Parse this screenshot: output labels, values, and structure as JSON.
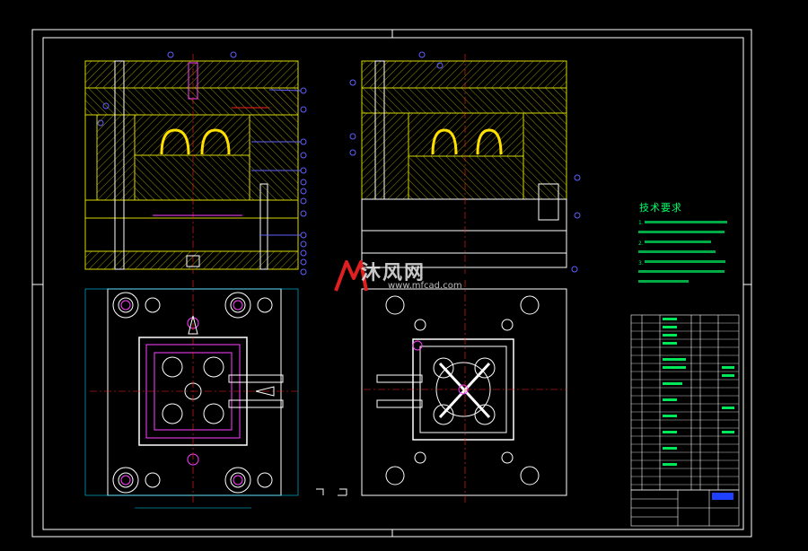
{
  "tech_requirements": {
    "title": "技术要求",
    "lines": [
      "1.",
      "2.",
      "3."
    ]
  },
  "title_block": {
    "highlight": "",
    "name1": "",
    "name2": ""
  },
  "watermark": {
    "brand": "沐风网",
    "url": "www.mfcad.com"
  },
  "colors": {
    "background": "#000000",
    "hatch_yellow": "#d8d800",
    "outline_white": "#ffffff",
    "center_red": "#ff2020",
    "callout_blue": "#6060ff",
    "magenta": "#ff40ff",
    "green": "#00e85a",
    "cyan": "#00d0ff"
  }
}
